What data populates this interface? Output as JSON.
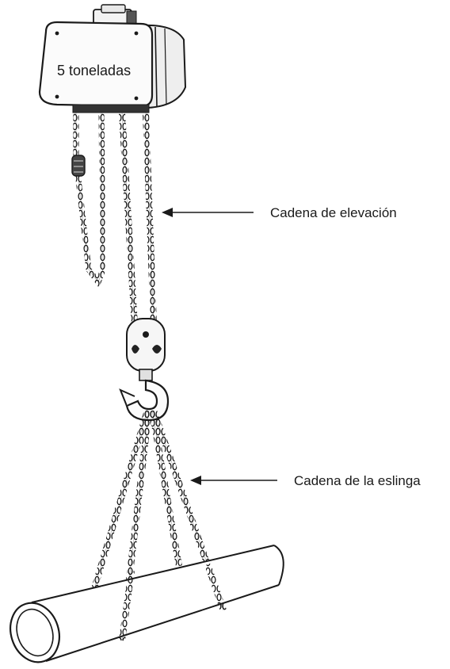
{
  "hoist": {
    "capacity_label": "5 toneladas"
  },
  "labels": {
    "lifting_chain": "Cadena de elevación",
    "sling_chain": "Cadena de la eslinga"
  }
}
